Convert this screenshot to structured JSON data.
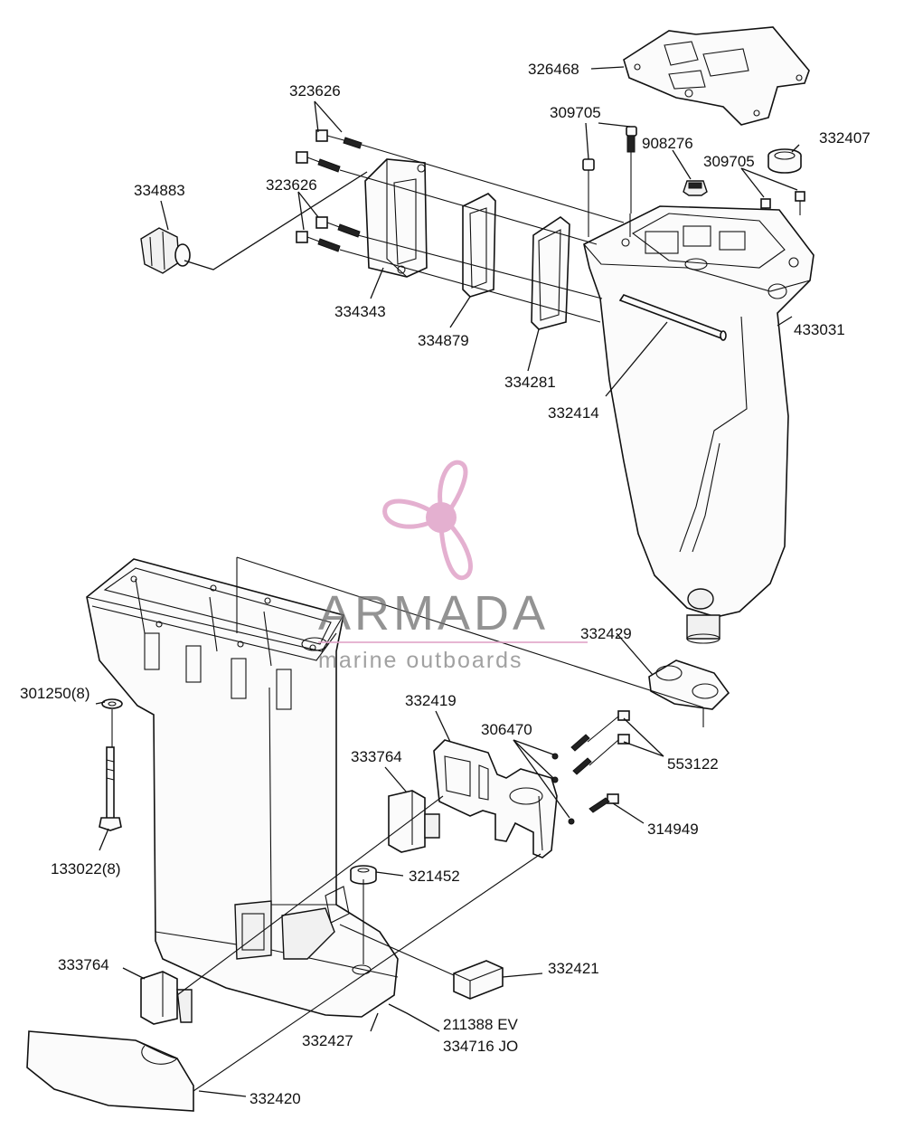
{
  "watermark": {
    "brand": "ARMADA",
    "tagline": "marine outboards",
    "logo_icon": "propeller-logo-icon",
    "accent_color": "#e0a3c8"
  },
  "labels": {
    "p326468": "326468",
    "p309705_top": "309705",
    "p908276": "908276",
    "p332407": "332407",
    "p309705_right": "309705",
    "p323626_top": "323626",
    "p323626_mid": "323626",
    "p334883": "334883",
    "p334343": "334343",
    "p334879": "334879",
    "p334281": "334281",
    "p332414": "332414",
    "p433031": "433031",
    "p332429": "332429",
    "p301250": "301250(8)",
    "p133022": "133022(8)",
    "p332419": "332419",
    "p306470": "306470",
    "p553122": "553122",
    "p333764_mid": "333764",
    "p314949": "314949",
    "p321452": "321452",
    "p333764_low": "333764",
    "p332421": "332421",
    "p211388": "211388 EV",
    "p334716": "334716 JO",
    "p332427": "332427",
    "p332420": "332420"
  }
}
